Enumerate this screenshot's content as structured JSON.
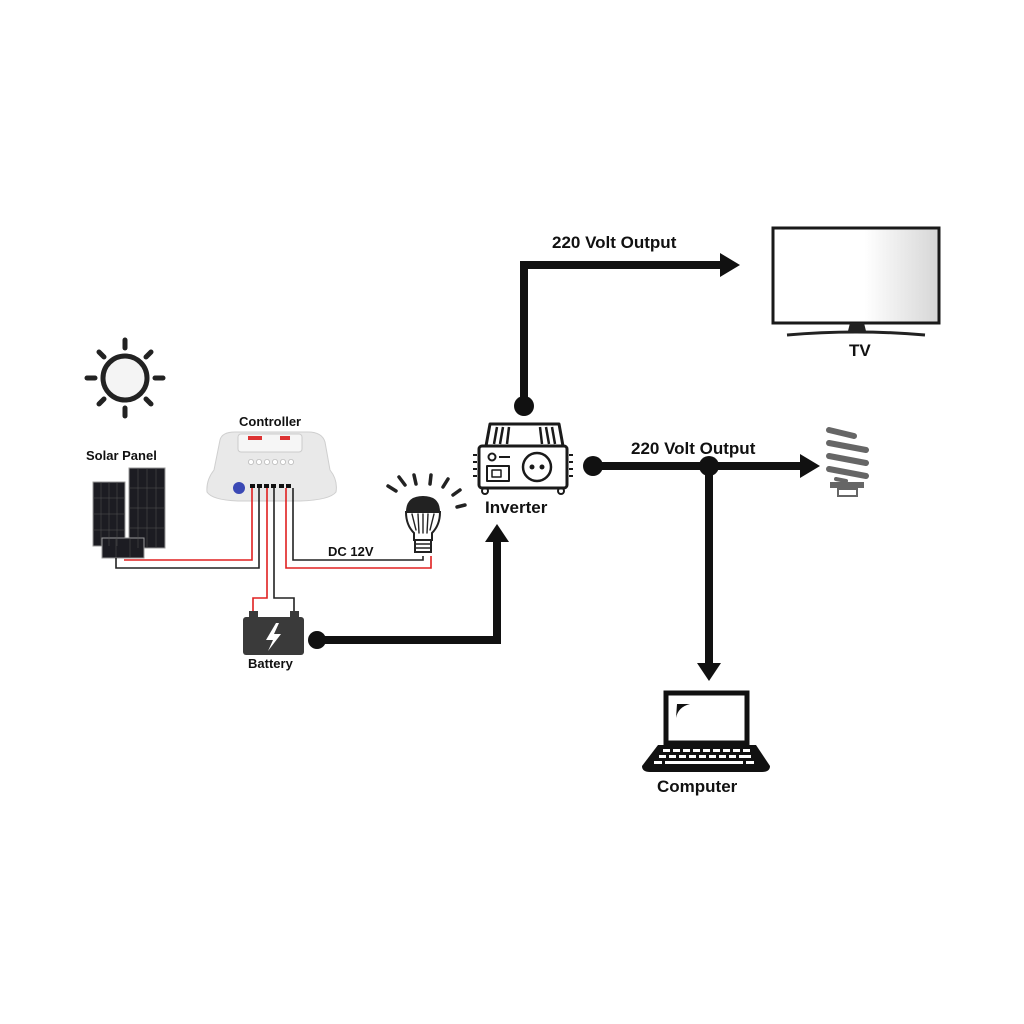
{
  "title": "Off-grid solar power system diagram",
  "colors": {
    "line": "#111111",
    "wire_red": "#e02020",
    "wire_black": "#222222",
    "icon_gray": "#666666",
    "battery": "#3a3a3a"
  },
  "nodes": {
    "sun": {
      "label": ""
    },
    "solar_panel": {
      "label": "Solar Panel"
    },
    "controller": {
      "label": "Controller"
    },
    "battery": {
      "label": "Battery"
    },
    "dc_bulb": {
      "label": "DC 12V"
    },
    "inverter": {
      "label": "Inverter"
    },
    "tv": {
      "label": "TV"
    },
    "cfl_bulb": {
      "label": ""
    },
    "computer": {
      "label": "Computer"
    }
  },
  "connections": {
    "inverter_to_tv": {
      "label": "220 Volt Output"
    },
    "inverter_to_loads": {
      "label": "220 Volt Output"
    }
  }
}
